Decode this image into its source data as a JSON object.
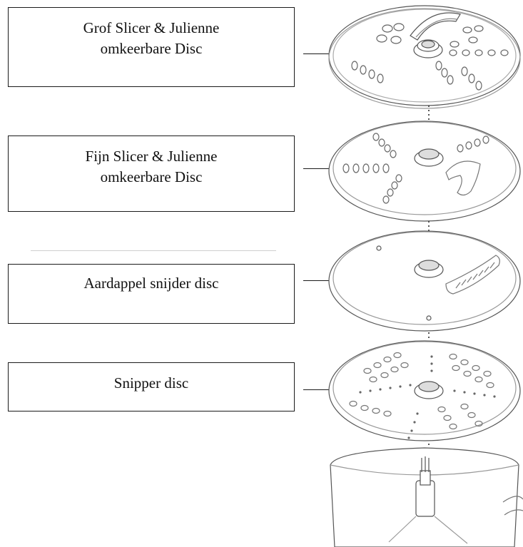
{
  "labels": [
    {
      "id": "coarse-slicer",
      "text": "Grof Slicer & Julienne\nomkeerbare Disc"
    },
    {
      "id": "fine-slicer",
      "text": "Fijn Slicer & Julienne\nomkeerbare Disc"
    },
    {
      "id": "potato-disc",
      "text": "Aardappel snijder disc"
    },
    {
      "id": "snipper-disc",
      "text": "Snipper disc"
    }
  ],
  "colors": {
    "line": "#1a1a1a",
    "drawing": "#555555",
    "divider": "#cfcfcf"
  }
}
